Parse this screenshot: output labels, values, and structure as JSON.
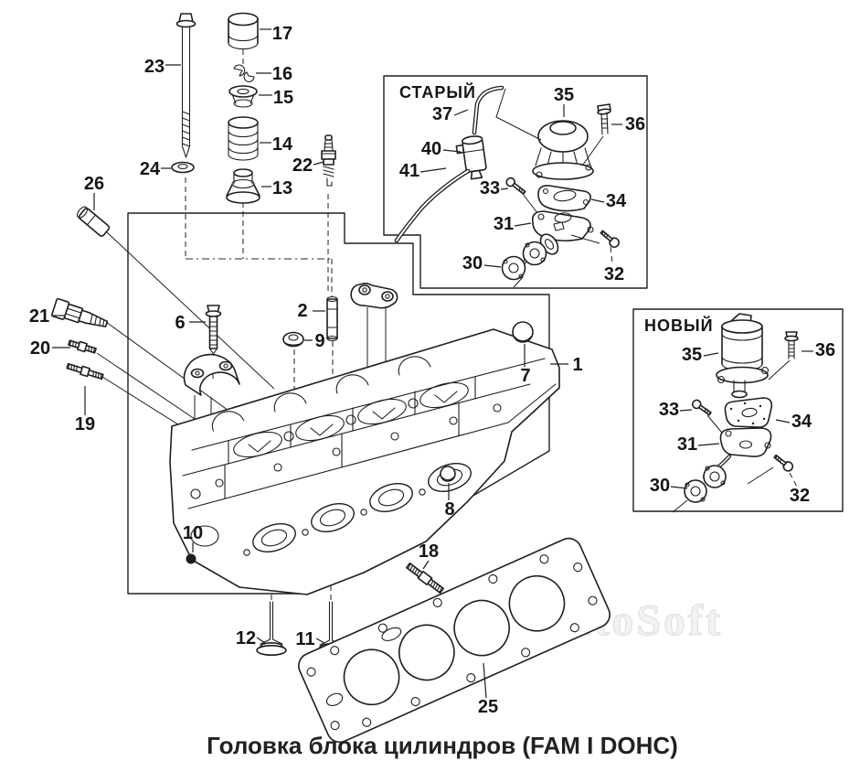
{
  "caption": "Головка блока цилиндров (FAM I DOHC)",
  "watermark": "AutoSoft",
  "insets": {
    "old": {
      "title": "СТАРЫЙ"
    },
    "new": {
      "title": "НОВЫЙ"
    }
  },
  "callouts": {
    "main": {
      "c1": "1",
      "c2": "2",
      "c6": "6",
      "c7": "7",
      "c8": "8",
      "c9": "9",
      "c10": "10",
      "c11": "11",
      "c12": "12",
      "c13": "13",
      "c14": "14",
      "c15": "15",
      "c16": "16",
      "c17": "17",
      "c18": "18",
      "c19": "19",
      "c20": "20",
      "c21": "21",
      "c22": "22",
      "c23": "23",
      "c24": "24",
      "c25": "25",
      "c26": "26"
    },
    "old": {
      "c30": "30",
      "c31": "31",
      "c32": "32",
      "c33": "33",
      "c34": "34",
      "c35": "35",
      "c36": "36",
      "c37": "37",
      "c40": "40",
      "c41": "41"
    },
    "new": {
      "c30": "30",
      "c31": "31",
      "c32": "32",
      "c33": "33",
      "c34": "34",
      "c35": "35",
      "c36": "36"
    }
  }
}
